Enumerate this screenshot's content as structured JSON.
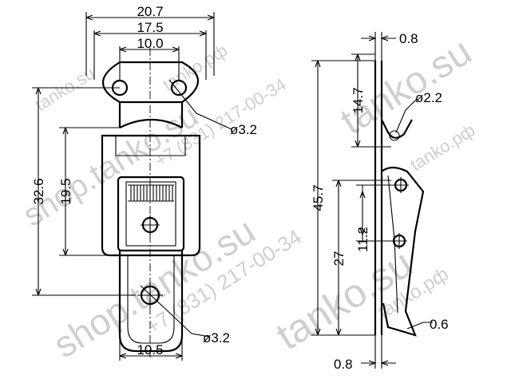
{
  "front_view": {
    "width_overall": "20.7",
    "hole_spacing_outer": "17.5",
    "hole_spacing_inner": "10.0",
    "top_hole_dia": "ø3.2",
    "height_overall": "32.6",
    "spring_height": "19.5",
    "bottom_hole_dia": "ø3.2",
    "bottom_width": "10.5"
  },
  "side_view": {
    "plate_thickness_top": "0.8",
    "hook_height": "14.7",
    "hook_dia": "ø2.2",
    "total_height": "45.7",
    "lever_height": "27",
    "lever_hole_spacing": "11.2",
    "tip_thickness": "0.6",
    "plate_thickness_bottom": "0.8"
  },
  "watermarks": {
    "shop": "shop.tanko.su",
    "phone": "+7 (831) 217-00-34",
    "site_rf": "tanko.рф",
    "site_su": "tanko.su"
  }
}
